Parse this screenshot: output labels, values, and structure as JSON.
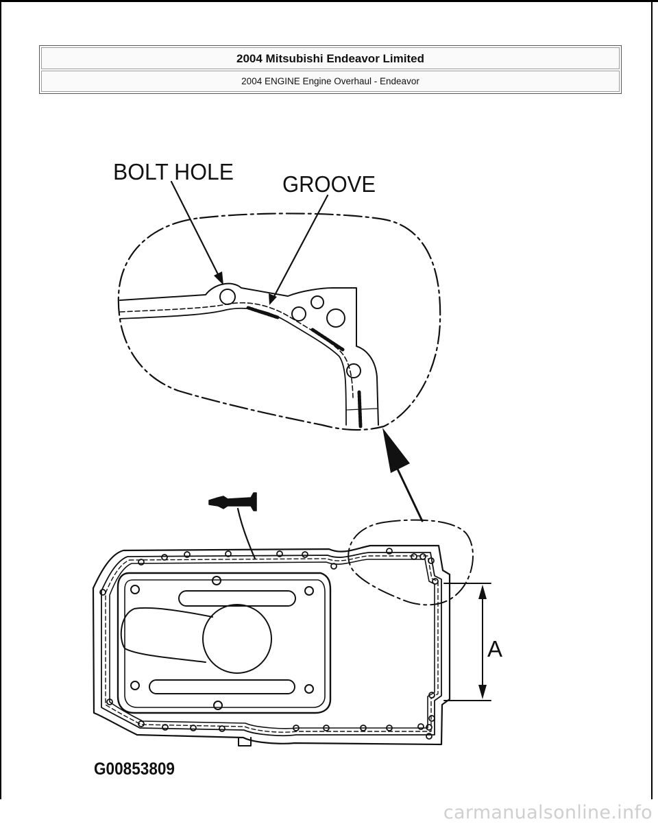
{
  "header": {
    "title": "2004 Mitsubishi Endeavor Limited",
    "subtitle": "2004 ENGINE Engine Overhaul - Endeavor"
  },
  "figure": {
    "label_bolt_hole": "BOLT HOLE",
    "label_groove": "GROOVE",
    "label_dimension": "A",
    "figure_id": "G00853809"
  },
  "watermark": "carmanualsonline.info"
}
